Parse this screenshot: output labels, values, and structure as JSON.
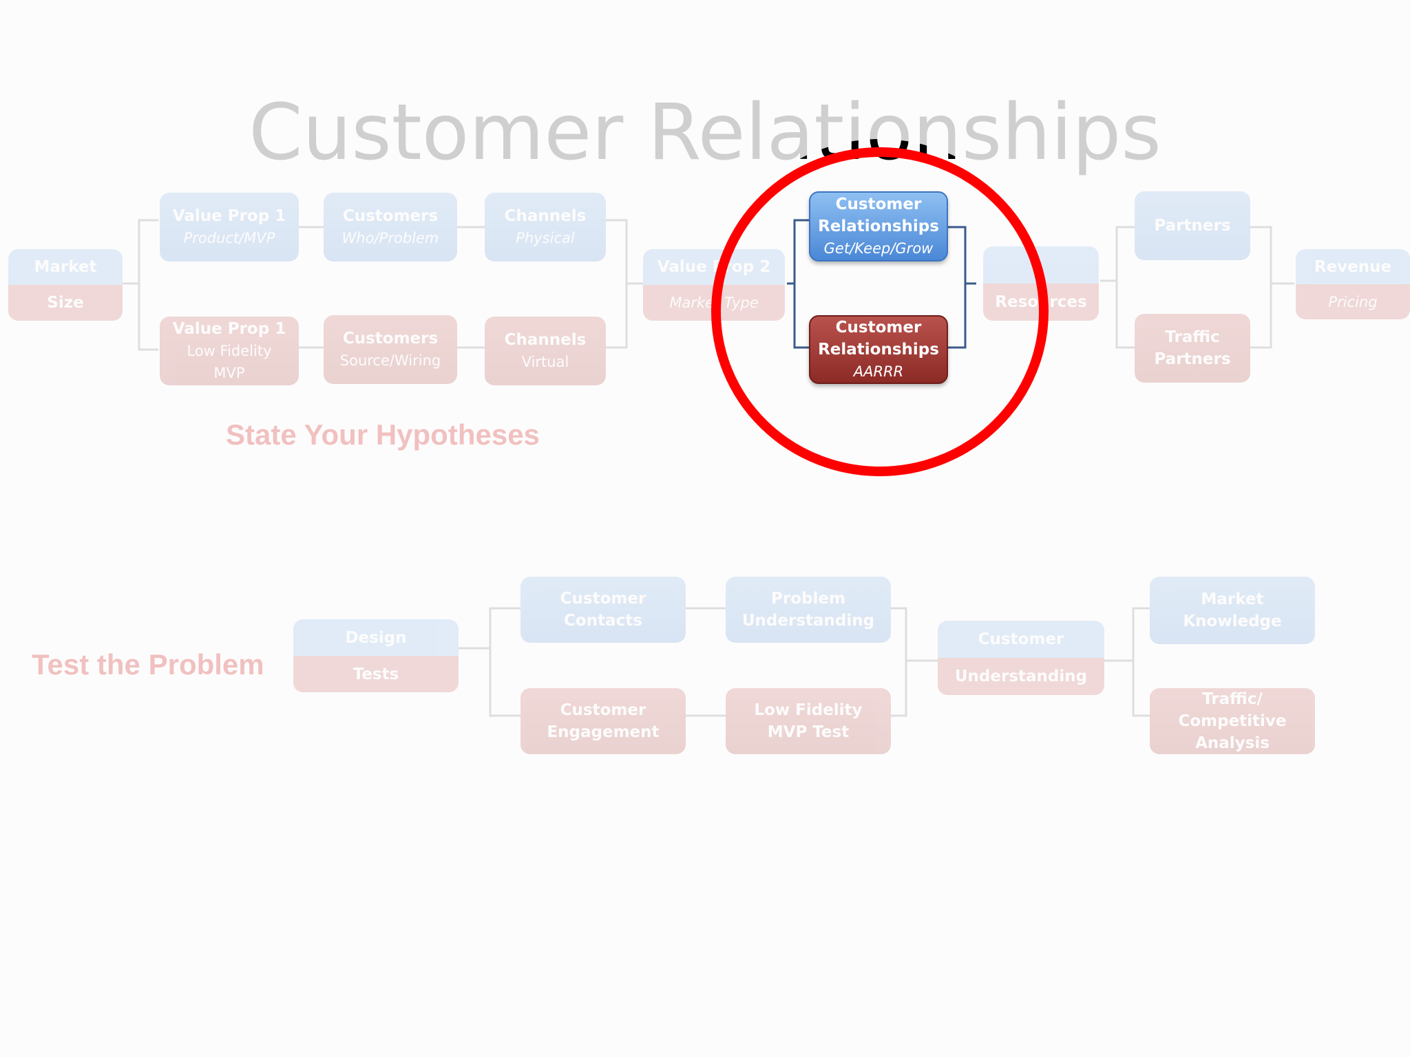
{
  "title": "Customer Relationships",
  "colors": {
    "blue": "#5b94d8",
    "red": "#a8403c",
    "highlight_circle": "#ff0000"
  },
  "hypotheses": {
    "heading": "State Your Hypotheses",
    "market": {
      "top": "Market",
      "bottom": "Size"
    },
    "vp1_product": {
      "line1": "Value Prop 1",
      "line2": "Product/MVP"
    },
    "customers_who": {
      "line1": "Customers",
      "line2": "Who/Problem"
    },
    "channels_physical": {
      "line1": "Channels",
      "line2": "Physical"
    },
    "vp1_lowfi": {
      "line1": "Value Prop 1",
      "line2": "Low Fidelity",
      "line3": "MVP"
    },
    "customers_source": {
      "line1": "Customers",
      "line2": "Source/Wiring"
    },
    "channels_virtual": {
      "line1": "Channels",
      "line2": "Virtual"
    },
    "vp2": {
      "top": "Value Prop 2",
      "bottom": "Market Type"
    },
    "cr_get": {
      "line1": "Customer",
      "line2": "Relationships",
      "line3": "Get/Keep/Grow"
    },
    "cr_aarrr": {
      "line1": "Customer",
      "line2": "Relationships",
      "line3": "AARRR"
    },
    "resources": {
      "top": "",
      "bottom": "Resources"
    },
    "partners": {
      "line1": "Partners"
    },
    "traffic_partners": {
      "line1": "Traffic",
      "line2": "Partners"
    },
    "revenue": {
      "top": "Revenue",
      "bottom": "Pricing"
    }
  },
  "problem": {
    "heading": "Test the Problem",
    "design": {
      "top": "Design",
      "bottom": "Tests"
    },
    "customer_contacts": {
      "line1": "Customer",
      "line2": "Contacts"
    },
    "problem_understanding": {
      "line1": "Problem",
      "line2": "Understanding"
    },
    "customer_engagement": {
      "line1": "Customer",
      "line2": "Engagement"
    },
    "lowfi_test": {
      "line1": "Low Fidelity",
      "line2": "MVP Test"
    },
    "customer_understanding": {
      "top": "Customer",
      "bottom": "Understanding"
    },
    "market_knowledge": {
      "line1": "Market",
      "line2": "Knowledge"
    },
    "traffic_competitive": {
      "line1": "Traffic/",
      "line2": "Competitive",
      "line3": "Analysis"
    }
  }
}
